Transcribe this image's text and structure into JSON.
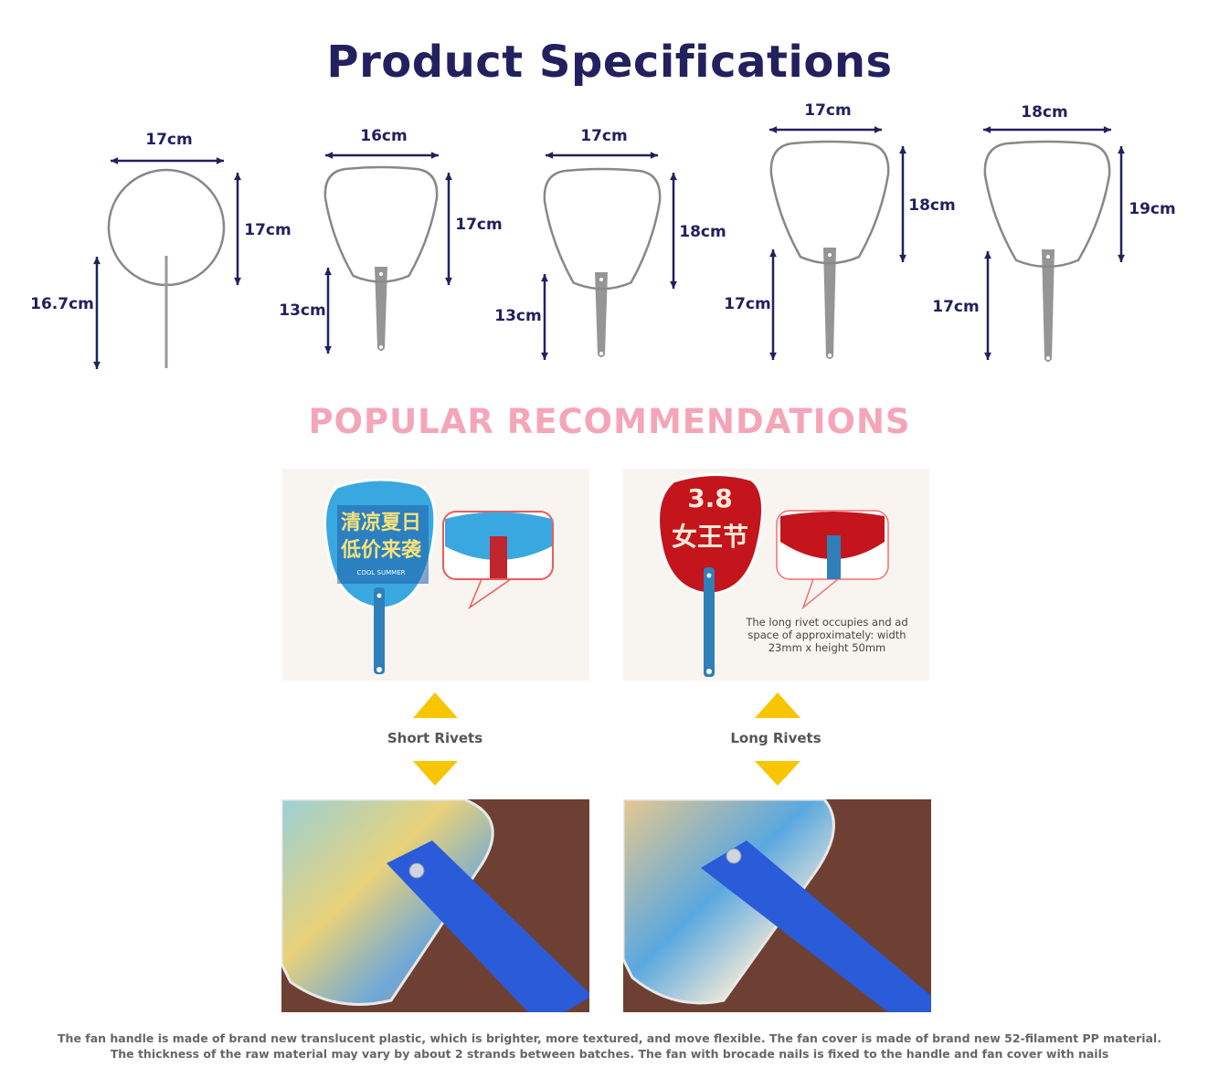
{
  "title": "Product Specifications",
  "specs": [
    {
      "width": "17cm",
      "height": "17cm",
      "handle": "16.7cm",
      "shape": "round"
    },
    {
      "width": "16cm",
      "height": "17cm",
      "handle": "13cm",
      "shape": "palace"
    },
    {
      "width": "17cm",
      "height": "18cm",
      "handle": "13cm",
      "shape": "palace"
    },
    {
      "width": "17cm",
      "height": "18cm",
      "handle": "17cm",
      "shape": "palace"
    },
    {
      "width": "18cm",
      "height": "19cm",
      "handle": "17cm",
      "shape": "palace"
    }
  ],
  "recommendations_title": "POPULAR RECOMMENDATIONS",
  "products": [
    {
      "label": "Short Rivets",
      "logo_text": "COOL SUMMER",
      "note": ""
    },
    {
      "label": "Long Rivets",
      "logo_text": "3.8 女王节",
      "note": "The long rivet occupies and ad space of approximately: width 23mm x height 50mm"
    }
  ],
  "colors": {
    "navy": "#23205f",
    "pink": "#f4a6b8",
    "yellow": "#f7c600",
    "handle_blue": "#2f7fb8",
    "rivet_blue": "#2a5bd8"
  },
  "footer": "The fan handle is made of brand new translucent plastic, which is brighter, more textured, and move flexible. The fan cover is made of brand new 52-filament PP material. The thickness of the raw material may vary by about 2 strands between batches. The fan with brocade nails is fixed to the handle and fan cover with nails"
}
